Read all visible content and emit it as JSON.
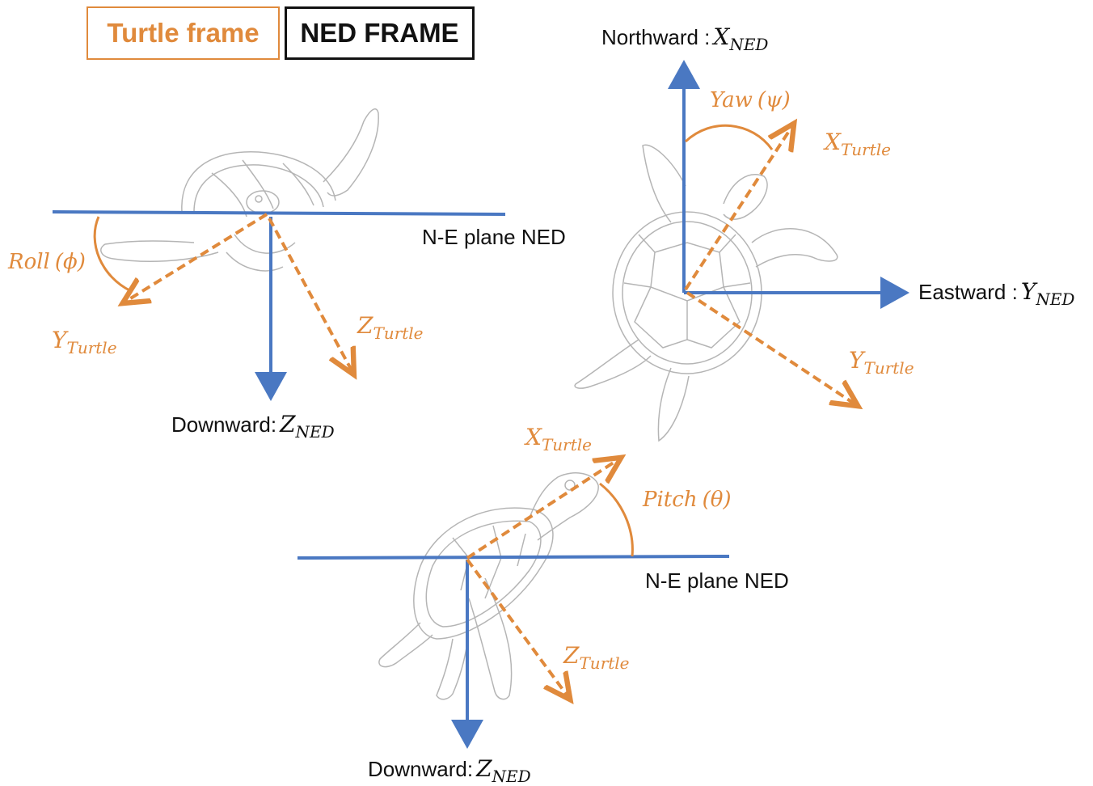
{
  "colors": {
    "ned_axis": "#4a78c2",
    "turtle_axis": "#e08a3c",
    "sketch": "#b5b5b5",
    "text": "#111111"
  },
  "legend": {
    "turtle_frame": "Turtle frame",
    "ned_frame": "NED FRAME"
  },
  "roll_panel": {
    "plane_label": "N-E plane NED",
    "down_label": "Downward:",
    "down_var": "Z",
    "down_sub": "NED",
    "angle_label": "Roll",
    "angle_symbol": "(ϕ)",
    "y_var": "Y",
    "y_sub": "Turtle",
    "z_var": "Z",
    "z_sub": "Turtle"
  },
  "yaw_panel": {
    "north_label": "Northward :",
    "north_var": "X",
    "north_sub": "NED",
    "east_label": "Eastward :",
    "east_var": "Y",
    "east_sub": "NED",
    "angle_label": "Yaw",
    "angle_symbol": "(ψ)",
    "x_var": "X",
    "x_sub": "Turtle",
    "y_var": "Y",
    "y_sub": "Turtle"
  },
  "pitch_panel": {
    "plane_label": "N-E plane NED",
    "down_label": "Downward:",
    "down_var": "Z",
    "down_sub": "NED",
    "angle_label": "Pitch",
    "angle_symbol": "(θ)",
    "x_var": "X",
    "x_sub": "Turtle",
    "z_var": "Z",
    "z_sub": "Turtle"
  }
}
